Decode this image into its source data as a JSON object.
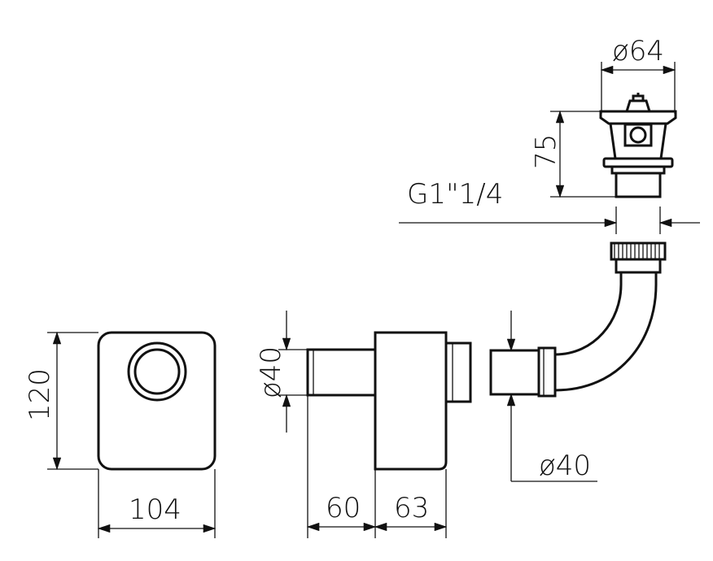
{
  "dimensions": {
    "pop_up_diameter": "ø64",
    "pop_up_height": "75",
    "thread_size": "G1\"1/4",
    "outlet_diameter_left": "ø40",
    "outlet_diameter_right": "ø40",
    "front_height": "120",
    "front_width": "104",
    "pipe_length": "60",
    "body_depth": "63"
  },
  "colors": {
    "line": "#111111",
    "background": "#ffffff"
  }
}
